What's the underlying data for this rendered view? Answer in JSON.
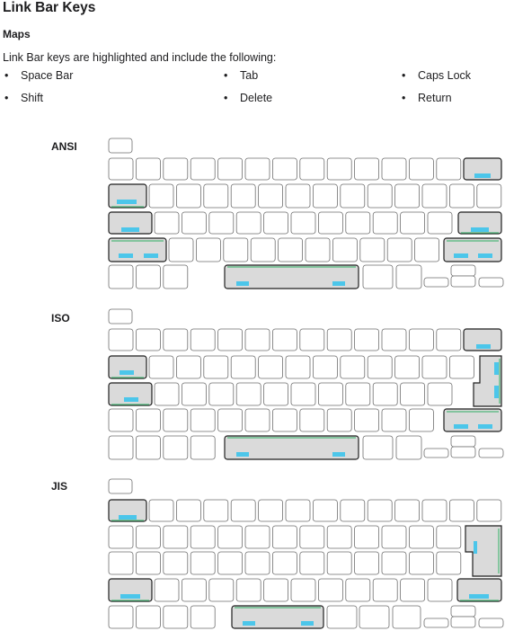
{
  "page": {
    "title": "Link Bar Keys",
    "section": "Maps",
    "intro": "Link Bar keys are highlighted and include the following:"
  },
  "link_bar_keys": [
    "Space Bar",
    "Tab",
    "Caps Lock",
    "Shift",
    "Delete",
    "Return"
  ],
  "bullet_glyph": "•",
  "layouts": [
    {
      "id": "ansi",
      "label": "ANSI"
    },
    {
      "id": "iso",
      "label": "ISO"
    },
    {
      "id": "jis",
      "label": "JIS"
    }
  ],
  "colors": {
    "highlight_fill": "#dadada",
    "highlight_outline": "#1f1f1f",
    "marker_blue": "#4cc6ea",
    "light_bar_green": "#4fb87a"
  }
}
